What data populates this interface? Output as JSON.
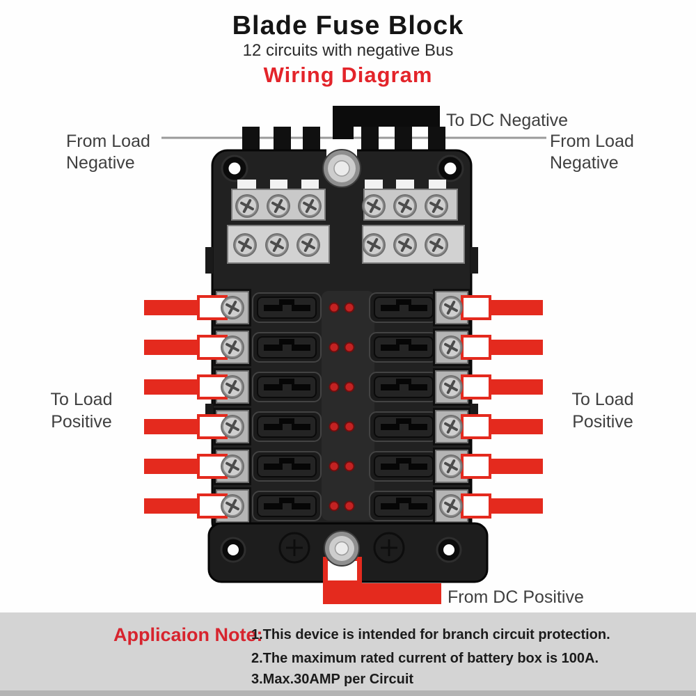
{
  "header": {
    "title": "Blade Fuse Block",
    "subtitle": "12 circuits with negative Bus",
    "diagram_label": "Wiring Diagram"
  },
  "diagram": {
    "labels": {
      "to_dc_negative": "To DC Negative",
      "from_load_left_line1": "From Load",
      "from_load_left_line2": "Negative",
      "from_load_right_line1": "From Load",
      "from_load_right_line2": "Negative",
      "to_load_left_line1": "To Load",
      "to_load_left_line2": "Positive",
      "to_load_right_line1": "To Load",
      "to_load_right_line2": "Positive",
      "from_dc_positive": "From DC Positive"
    },
    "device": {
      "circuit_rows": 6,
      "circuits_total": 12,
      "negative_bus_screws": 12,
      "led_indicators_per_row": 2
    },
    "colors": {
      "positive_wire": "#e42a1e",
      "negative_wire": "#111111",
      "led": "#c32222",
      "device_body": "#212121",
      "callout_line": "#9a9a9a"
    }
  },
  "notes": {
    "heading": "Applicaion Note:",
    "items": [
      "1.This device is intended for branch circuit protection.",
      "2.The maximum rated current of battery box is 100A.",
      "3.Max.30AMP per Circuit"
    ],
    "panel_color": "#d4d4d4"
  }
}
